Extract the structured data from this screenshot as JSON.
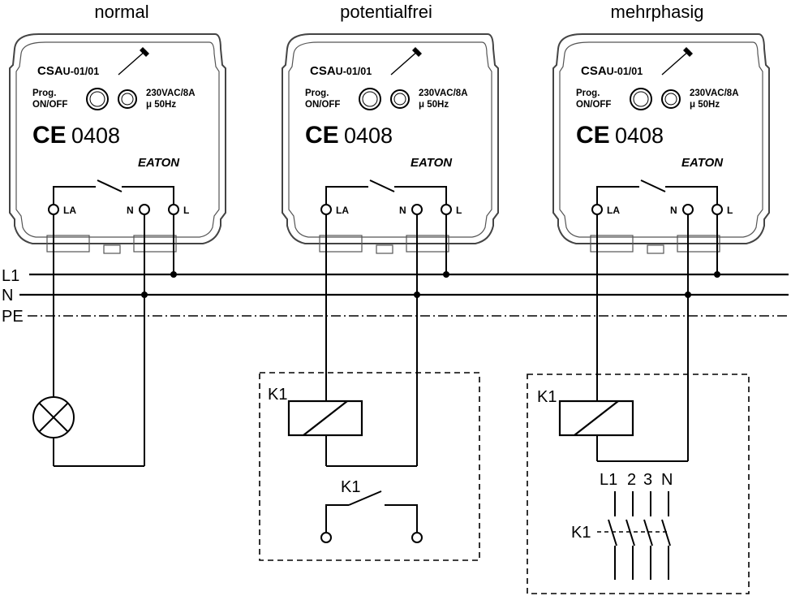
{
  "titles": [
    "normal",
    "potentialfrei",
    "mehrphasig"
  ],
  "device": {
    "model_prefix": "CSA",
    "model_suffix": "U-01/01",
    "prog_line1": "Prog.",
    "prog_line2": "ON/OFF",
    "rating_line1": "230VAC/8A",
    "rating_line2": "μ   50Hz",
    "ce_mark": "CE",
    "ce_number": "0408",
    "logo": "EATON",
    "term_la": "LA",
    "term_n": "N",
    "term_l": "L"
  },
  "rails": {
    "l1": "L1",
    "n": "N",
    "pe": "PE"
  },
  "relay": {
    "coil_label": "K1",
    "contact_label": "K1",
    "contacts_label": "K1",
    "phases": [
      "L1",
      "2",
      "3",
      "N"
    ]
  }
}
